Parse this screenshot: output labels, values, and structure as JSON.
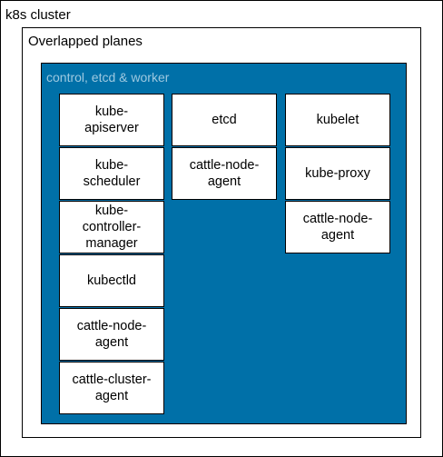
{
  "cluster": {
    "title": "k8s cluster"
  },
  "overlapped": {
    "title": "Overlapped planes"
  },
  "plane": {
    "title": "control, etcd & worker",
    "fill_color": "#0070a8",
    "title_color": "#9ec9e0"
  },
  "components": {
    "kube_apiserver": "kube-\napiserver",
    "kube_scheduler": "kube-\nscheduler",
    "kube_controller_manager": "kube-\ncontroller-\nmanager",
    "kubectld": "kubectld",
    "cattle_node_agent_col1": "cattle-node-\nagent",
    "cattle_cluster_agent": "cattle-cluster-\nagent",
    "etcd": "etcd",
    "cattle_node_agent_col2": "cattle-node-\nagent",
    "kubelet": "kubelet",
    "kube_proxy": "kube-proxy",
    "cattle_node_agent_col3": "cattle-node-\nagent"
  }
}
